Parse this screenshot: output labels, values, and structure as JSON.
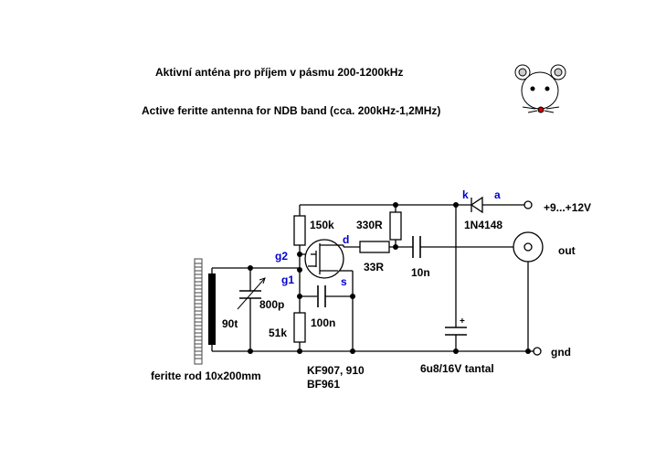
{
  "title_cz": "Aktivní anténa pro příjem v pásmu 200-1200kHz",
  "title_en": "Active feritte antenna for NDB band (cca. 200kHz-1,2MHz)",
  "components": {
    "r1": "150k",
    "r2": "330R",
    "r3": "33R",
    "r4": "51k",
    "c_var": "800p",
    "c_src": "100n",
    "c_out": "10n",
    "c_tant": "6u8/16V tantal",
    "coil": "90t",
    "rod": "feritte rod 10x200mm",
    "transistor_line1": "KF907, 910",
    "transistor_line2": "BF961",
    "diode": "1N4148"
  },
  "pins": {
    "g1": "g1",
    "g2": "g2",
    "d": "d",
    "s": "s",
    "k": "k",
    "a": "a"
  },
  "terminals": {
    "supply": "+9...+12V",
    "out": "out",
    "gnd": "gnd"
  },
  "tant_plus": "+",
  "colors": {
    "wire": "#000000",
    "pin_label": "#0000cc",
    "rod_stripe": "#444444",
    "mouse_nose": "#cc0000"
  }
}
